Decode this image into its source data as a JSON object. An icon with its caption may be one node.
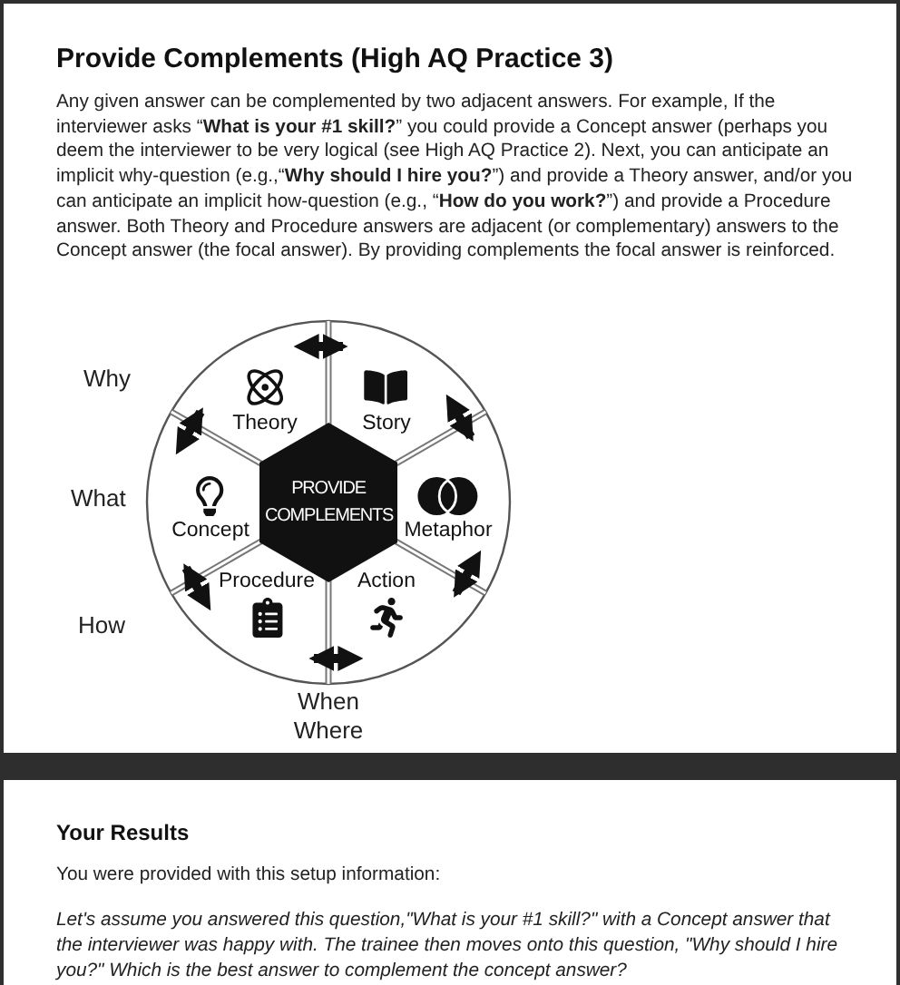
{
  "diagram": {
    "title": "Provide Complements (High AQ Practice 3)",
    "nodes": [
      {
        "text": [
          "PROVIDE COMPLEMENTS"
        ]
      },
      {
        "text": [
          "Theory"
        ]
      },
      {
        "text": [
          "Story"
        ]
      },
      {
        "text": [
          "Concept"
        ]
      },
      {
        "text": [
          "Metaphor"
        ]
      },
      {
        "text": [
          "Procedure"
        ]
      },
      {
        "text": [
          "Action"
        ]
      }
    ],
    "edges": [
      {
        "from": 1,
        "to": 2,
        "arrow": "both"
      },
      {
        "from": 2,
        "to": 4,
        "arrow": "both"
      },
      {
        "from": 4,
        "to": 6,
        "arrow": "both"
      },
      {
        "from": 6,
        "to": 5,
        "arrow": "both"
      },
      {
        "from": 5,
        "to": 3,
        "arrow": "both"
      },
      {
        "from": 3,
        "to": 1,
        "arrow": "both"
      }
    ],
    "labels": [
      "Any given answer can be complemented by two adjacent answers. For example, If the interviewer asks “**What is your #1 skill?**” you could provide a Concept answer (perhaps you deem the interviewer to be very logical (see High AQ Practice 2). Next, you can anticipate an implicit why-question (e.g.,“**Why should I hire you?**”) and provide a Theory answer, and/or you can anticipate an implicit how-question (e.g., “**How do you work?**”) and provide a Procedure answer.  Both Theory and Procedure answers are adjacent (or complementary) answers to the Concept answer (the focal answer). By providing complements the focal answer is reinforced.",
      "Why",
      "What",
      "How",
      "When Where",
      "Your Results",
      "You were provided with this setup information:",
      "Let's assume you answered this question,\"What is your #1 skill?\" with a Concept answer that the interviewer was happy with. The trainee then moves onto this question, \"Why should I hire you?\" Which is the best answer to complement the concept answer?"
    ]
  }
}
